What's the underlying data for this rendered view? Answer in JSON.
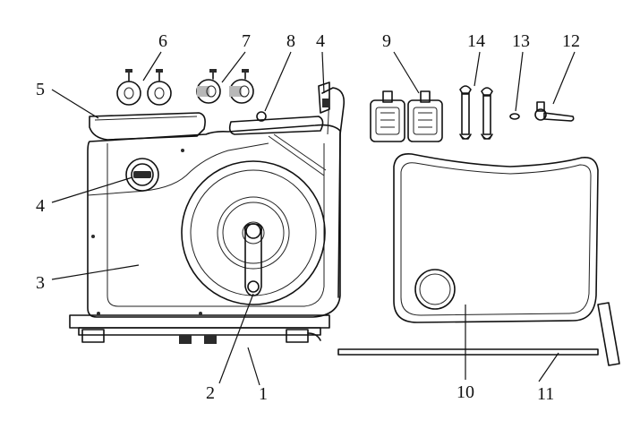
{
  "callouts": {
    "c1": "1",
    "c2": "2",
    "c3": "3",
    "c4_side": "4",
    "c4_top": "4",
    "c5": "5",
    "c6": "6",
    "c7": "7",
    "c8": "8",
    "c9": "9",
    "c10": "10",
    "c11": "11",
    "c12": "12",
    "c13": "13",
    "c14": "14"
  }
}
